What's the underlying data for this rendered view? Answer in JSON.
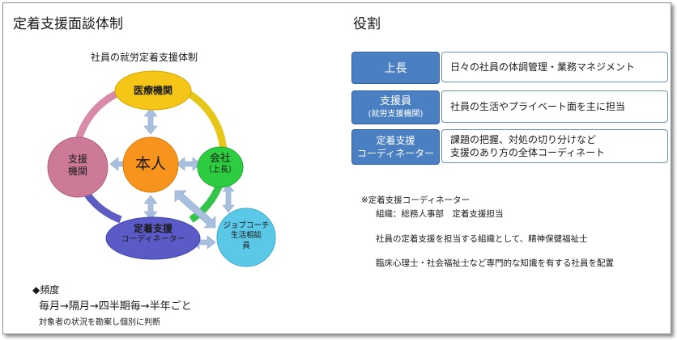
{
  "left_title": "定着支援面談体制",
  "right_title": "役割",
  "diagram": {
    "caption": "社員の就労定着支援体制",
    "nodes": {
      "medical": "医療機関",
      "center": "本人",
      "support_org_line1": "支援",
      "support_org_line2": "機関",
      "company_line1": "会社",
      "company_line2": "（上長）",
      "coordinator_line1": "定着支援",
      "coordinator_line2": "コーディネーター",
      "job_coach_line1": "ジョブコーチ",
      "job_coach_line2": "生活相談",
      "job_coach_line3": "員"
    },
    "colors": {
      "medical": "#f5c518",
      "center": "#f7941d",
      "support_org": "#cc7a98",
      "company": "#2ecc40",
      "coordinator": "#5b5bc7",
      "job_coach": "#5bc8e8",
      "arrow": "#a8c0de",
      "ring_pink": "#d98aa8",
      "ring_yellow": "#e6c619",
      "ring_purple": "#5c5cc2",
      "ring_green": "#34c44a"
    }
  },
  "frequency": {
    "heading": "◆頻度",
    "value": "毎月→隔月→四半期毎→半年ごと",
    "note": "対象者の状況を勘案し個別に判断"
  },
  "roles": [
    {
      "label_line1": "上長",
      "label_line2": "",
      "desc_line1": "日々の社員の体調管理・業務マネジメント",
      "desc_line2": ""
    },
    {
      "label_line1": "支援員",
      "label_line2": "(就労支援機関)",
      "desc_line1": "社員の生活やプライベート面を主に担当",
      "desc_line2": ""
    },
    {
      "label_line1": "定着支援",
      "label_line2": "コーディネーター",
      "desc_line1": "課題の把握、対処の切り分けなど",
      "desc_line2": "支援のあり方の全体コーディネート"
    }
  ],
  "notes": {
    "line1": "※定着支援コーディネーター",
    "line2": "組織：総務人事部　定着支援担当",
    "line3": "社員の定着支援を担当する組織として、精神保健福祉士",
    "line4": "臨床心理士・社会福祉士など専門的な知識を有する社員を配置"
  },
  "colors": {
    "role_box": "#4a7fc1",
    "role_border": "#6f8fb8"
  }
}
